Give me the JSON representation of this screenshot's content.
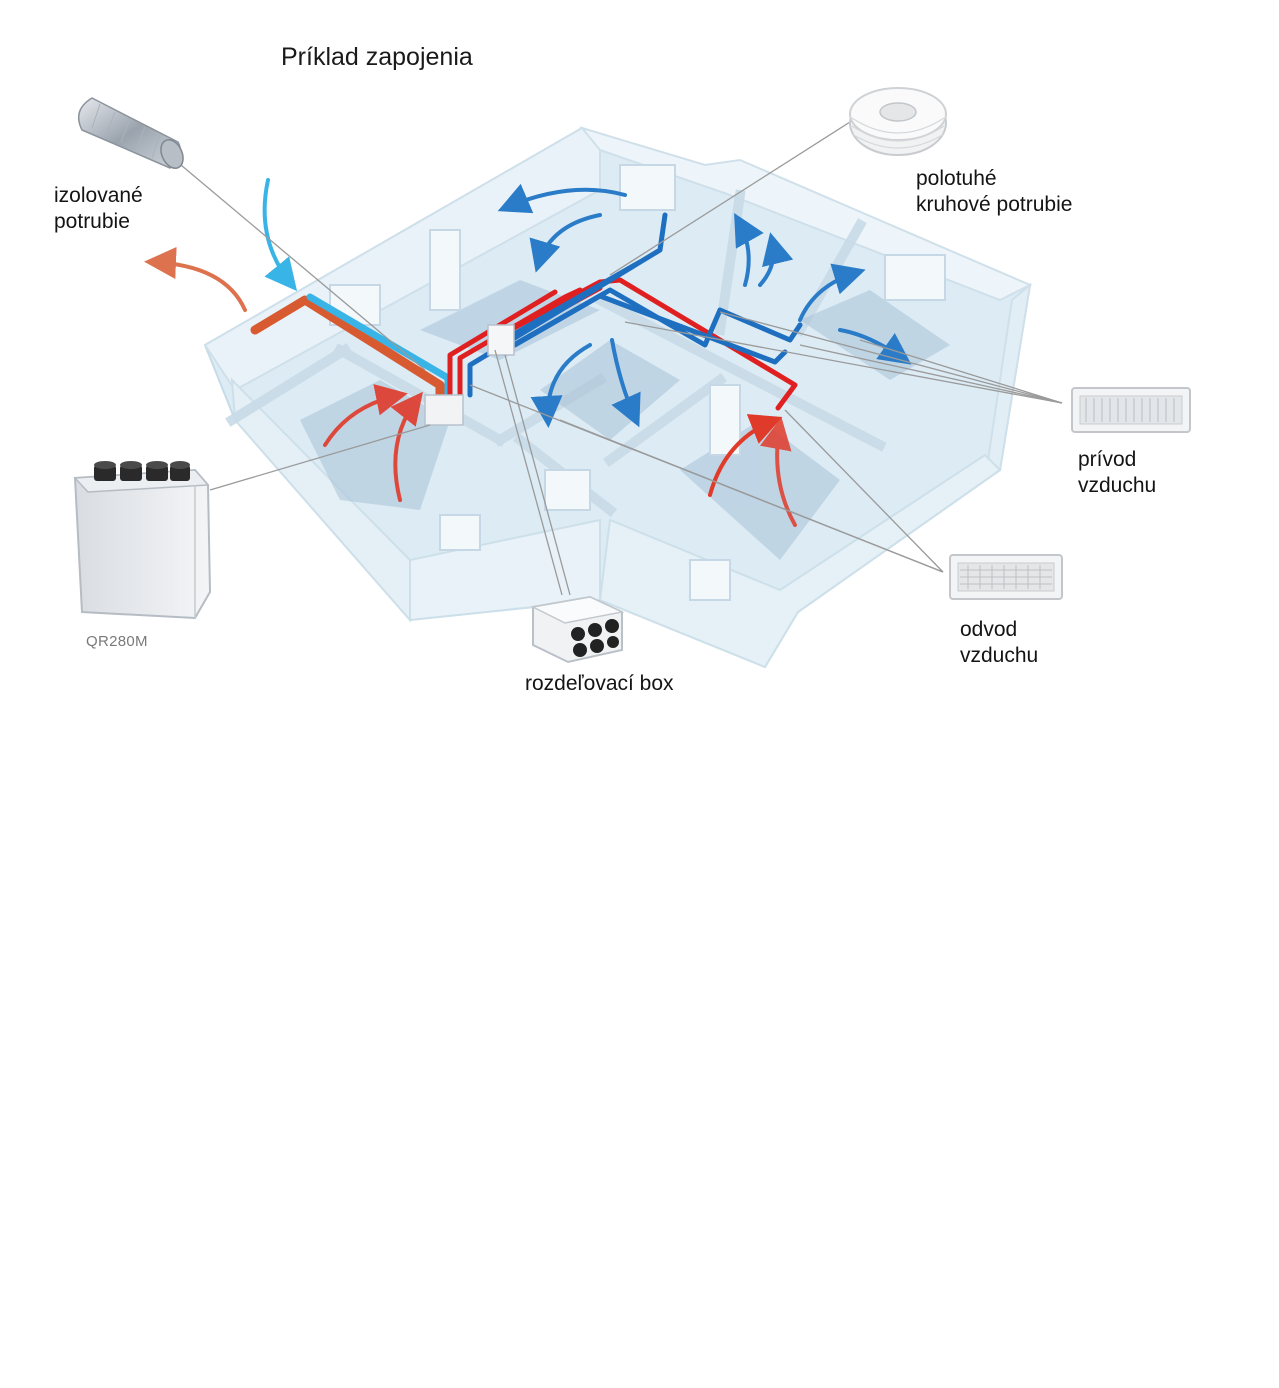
{
  "title": "Príklad zapojenia",
  "labels": {
    "insulated_duct": [
      "izolované",
      "potrubie"
    ],
    "semi_rigid_duct": [
      "polotuhé",
      "kruhové potrubie"
    ],
    "air_supply": [
      "prívod",
      "vzduchu"
    ],
    "air_exhaust": [
      "odvod",
      "vzduchu"
    ],
    "distribution_box": "rozdeľovací box",
    "unit_model": "QR280M"
  },
  "colors": {
    "supply_duct": "#1e6fc0",
    "extract_duct": "#e02020",
    "outdoor_exhaust": "#d85a30",
    "fresh_intake": "#39b4e6",
    "house": "#dcebf4"
  },
  "components": [
    {
      "id": "heat-recovery-unit",
      "icon": "ventilation-unit-icon"
    },
    {
      "id": "insulated-duct",
      "icon": "insulated-duct-icon"
    },
    {
      "id": "semi-rigid-duct-coil",
      "icon": "duct-coil-icon"
    },
    {
      "id": "supply-grille",
      "icon": "supply-grille-icon"
    },
    {
      "id": "exhaust-grille",
      "icon": "exhaust-grille-icon"
    },
    {
      "id": "distribution-box",
      "icon": "distribution-box-icon"
    }
  ]
}
